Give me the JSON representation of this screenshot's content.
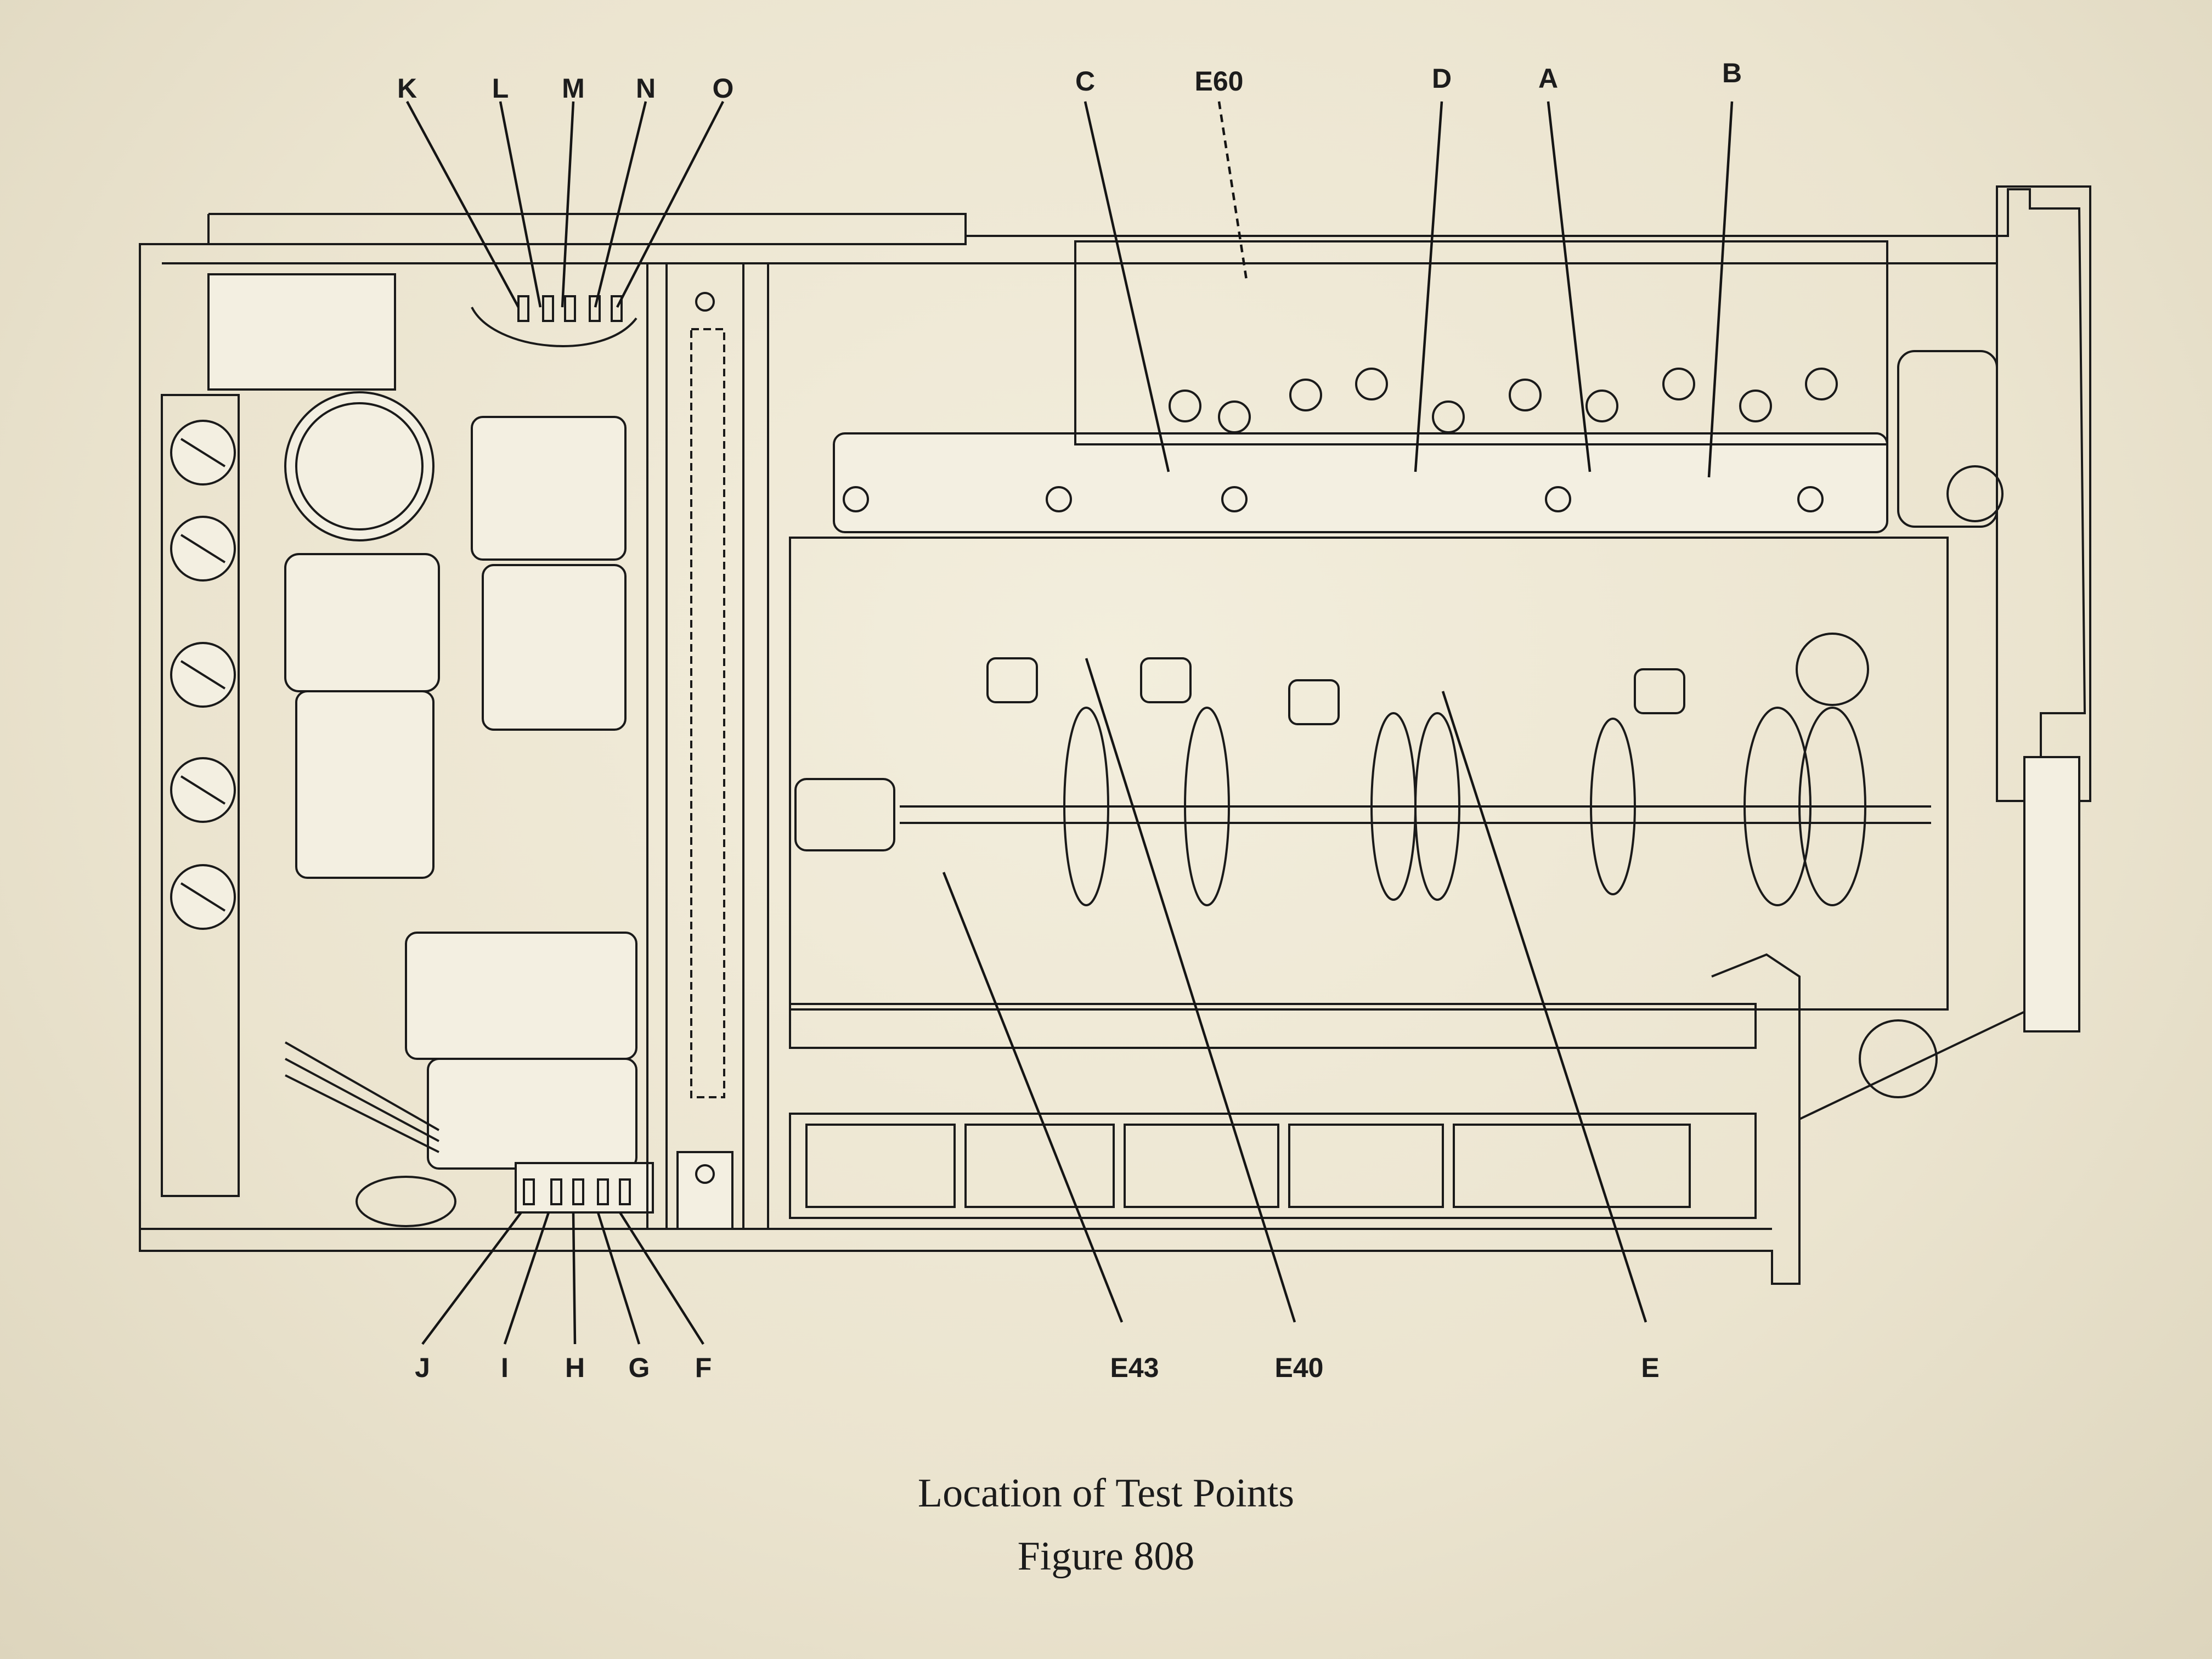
{
  "callouts": {
    "top": [
      "K",
      "L",
      "M",
      "N",
      "O",
      "C",
      "E60",
      "D",
      "A",
      "B"
    ],
    "bottom": [
      "J",
      "I",
      "H",
      "G",
      "F",
      "E43",
      "E40",
      "E"
    ]
  },
  "caption": {
    "title": "Location of Test Points",
    "figure": "Figure 808"
  },
  "colors": {
    "paper": "#ece6d2",
    "ink": "#1a1a1a"
  }
}
